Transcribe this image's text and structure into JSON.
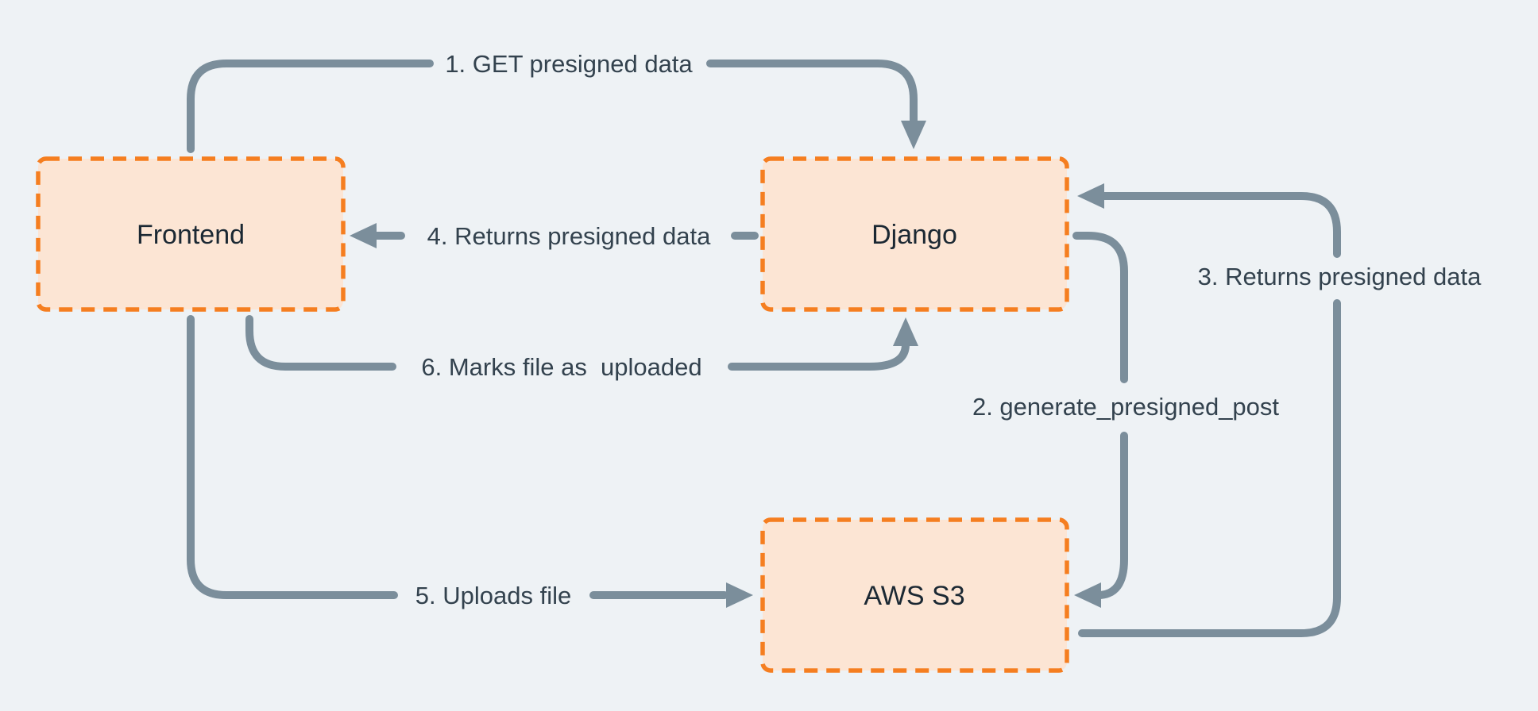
{
  "colors": {
    "background": "#eef2f5",
    "node_fill": "#fce5d4",
    "node_border": "#f57e20",
    "arrow": "#7b8e9b",
    "edge_label_text": "#33424e",
    "node_label_text": "#1b2833"
  },
  "nodes": {
    "frontend": {
      "label": "Frontend"
    },
    "django": {
      "label": "Django"
    },
    "aws_s3": {
      "label": "AWS S3"
    }
  },
  "edges": {
    "e1": {
      "label": "1. GET presigned data",
      "from": "Frontend",
      "to": "Django"
    },
    "e2": {
      "label": "2. generate_presigned_post",
      "from": "Django",
      "to": "AWS S3"
    },
    "e3": {
      "label": "3. Returns presigned data",
      "from": "AWS S3",
      "to": "Django"
    },
    "e4": {
      "label": "4. Returns presigned data",
      "from": "Django",
      "to": "Frontend"
    },
    "e5": {
      "label": "5. Uploads file",
      "from": "Frontend",
      "to": "AWS S3"
    },
    "e6": {
      "label": "6. Marks file as  uploaded",
      "from": "Frontend",
      "to": "Django"
    }
  }
}
